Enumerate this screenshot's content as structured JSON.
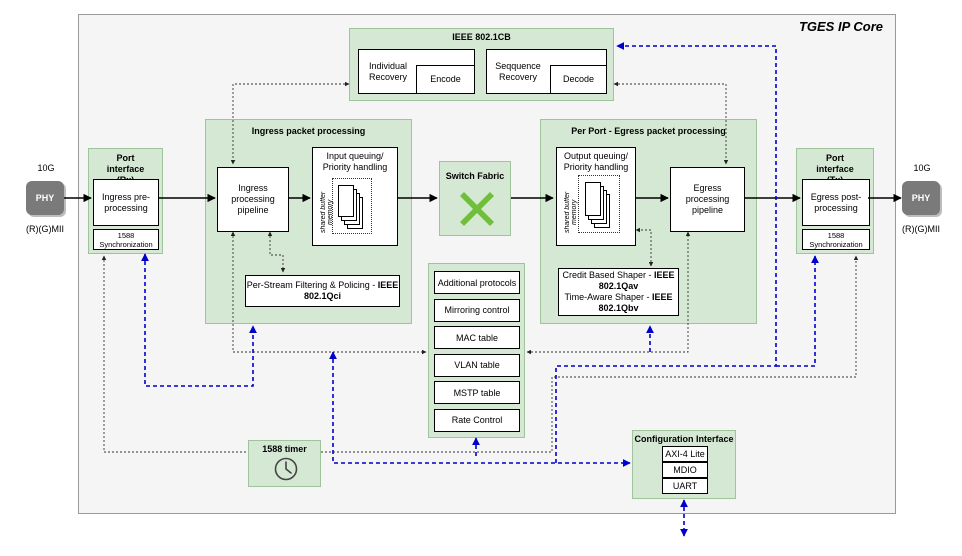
{
  "core_title": "TGES IP Core",
  "phy_left": {
    "label": "PHY",
    "speed": "10G",
    "interface": "(R)(G)MII"
  },
  "phy_right": {
    "label": "PHY",
    "speed": "10G",
    "interface": "(R)(G)MII"
  },
  "ieee_cb": {
    "title": "IEEE 802.1CB",
    "left_box": "Individual Recovery",
    "left_inner": "Encode",
    "right_box": "Seqquence Recovery",
    "right_inner": "Decode"
  },
  "port_rx": {
    "title": "Port interface (Rx)",
    "block": "Ingress pre-processing",
    "sync": "1588 Synchronization"
  },
  "port_tx": {
    "title": "Port interface (Tx)",
    "block": "Egress post-processing",
    "sync": "1588 Synchronization"
  },
  "ingress": {
    "title": "Ingress packet processing",
    "pipeline": "Ingress processing pipeline",
    "queue": "Input queuing/ Priority handling",
    "memory": "shared buffer memory",
    "filter_a": "Per-Stream Filtering & Policing - ",
    "filter_b": "IEEE 802.1Qci"
  },
  "switch": {
    "title": "Switch Fabric"
  },
  "egress": {
    "title": "Per Port - Egress packet processing",
    "queue": "Output queuing/ Priority handling",
    "memory": "shared buffer memory",
    "pipeline": "Egress processing pipeline",
    "shaper1_a": "Credit Based Shaper - ",
    "shaper1_b": "IEEE 802.1Qav",
    "shaper2_a": "Time-Aware Shaper - ",
    "shaper2_b": "IEEE 802.1Qbv"
  },
  "tables": [
    "Additional protocols",
    "Mirroring control",
    "MAC table",
    "VLAN table",
    "MSTP table",
    "Rate Control"
  ],
  "timer": {
    "title": "1588 timer"
  },
  "config": {
    "title": "Configuration Interface",
    "items": [
      "AXI-4 Lite",
      "MDIO",
      "UART"
    ]
  },
  "colors": {
    "green_fill": "#d5e8d4",
    "green_border": "#9fc39a",
    "blue_bus": "#0000cc",
    "phy": "#7a7a7a",
    "switch_x": "#6fbf3a"
  }
}
